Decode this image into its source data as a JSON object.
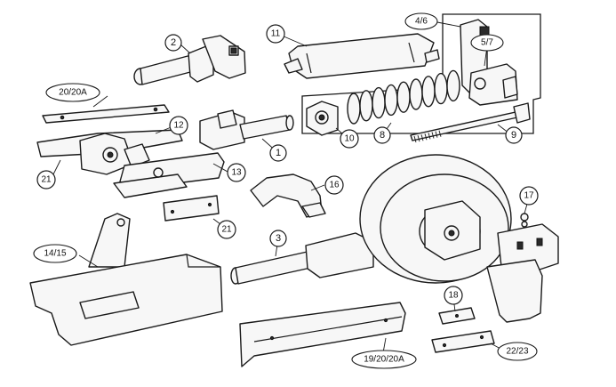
{
  "callouts": {
    "c1": "1",
    "c2": "2",
    "c3": "3",
    "c4_6": "4/6",
    "c5_7": "5/7",
    "c8": "8",
    "c9": "9",
    "c10": "10",
    "c11": "11",
    "c12": "12",
    "c13": "13",
    "c14_15": "14/15",
    "c16": "16",
    "c17": "17",
    "c18": "18",
    "c19_20_20A": "19/20/20A",
    "c20_20A": "20/20A",
    "c21_left": "21",
    "c21_mid": "21",
    "c22_23": "22/23"
  }
}
